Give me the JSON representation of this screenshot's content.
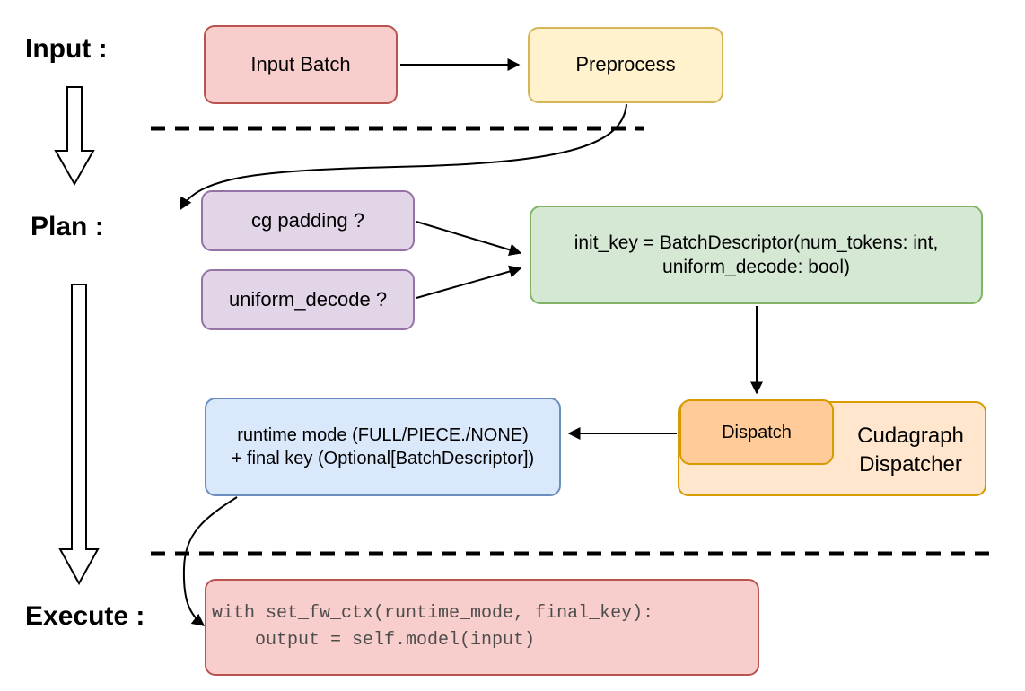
{
  "stages": {
    "input": "Input :",
    "plan": "Plan :",
    "execute": "Execute :"
  },
  "nodes": {
    "input_batch": "Input Batch",
    "preprocess": "Preprocess",
    "cg_padding": "cg padding ?",
    "uniform_decode": "uniform_decode ?",
    "init_key_line1": "init_key = BatchDescriptor(num_tokens: int,",
    "init_key_line2": "uniform_decode: bool)",
    "dispatch": "Dispatch",
    "dispatcher_line1": "Cudagraph",
    "dispatcher_line2": "Dispatcher",
    "runtime_line1": "runtime mode (FULL/PIECE./NONE)",
    "runtime_line2": "+ final key (Optional[BatchDescriptor])",
    "code_line1": "with set_fw_ctx(runtime_mode, final_key):",
    "code_line2": "    output = self.model(input)"
  },
  "colors": {
    "red_fill": "#f8cecc",
    "red_stroke": "#b85450",
    "yellow_fill": "#fff2cc",
    "yellow_stroke": "#d6b656",
    "purple_fill": "#e1d5e7",
    "purple_stroke": "#9673a6",
    "green_fill": "#d5e8d4",
    "green_stroke": "#82b366",
    "orange_fill": "#ffe6cc",
    "orange_inner_fill": "#ffcc99",
    "orange_stroke": "#d79b00",
    "blue_fill": "#dae8fc",
    "blue_stroke": "#6c8ebf",
    "arrow": "#000000",
    "code_text": "#4d4d4d"
  }
}
